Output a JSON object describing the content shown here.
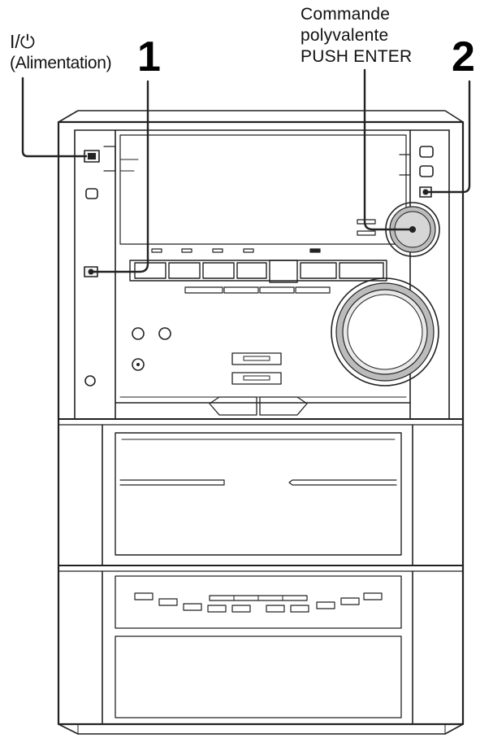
{
  "labels": {
    "power_symbol": "I/⏻",
    "power_name": "(Alimentation)",
    "callout_1": "1",
    "callout_2": "2",
    "multi_control_line1": "Commande",
    "multi_control_line2": "polyvalente",
    "multi_control_line3": "PUSH ENTER"
  },
  "colors": {
    "line": "#222222",
    "body": "#ffffff",
    "knob_fill": "#bcbcbc",
    "button_fill": "#f4f4f4"
  }
}
